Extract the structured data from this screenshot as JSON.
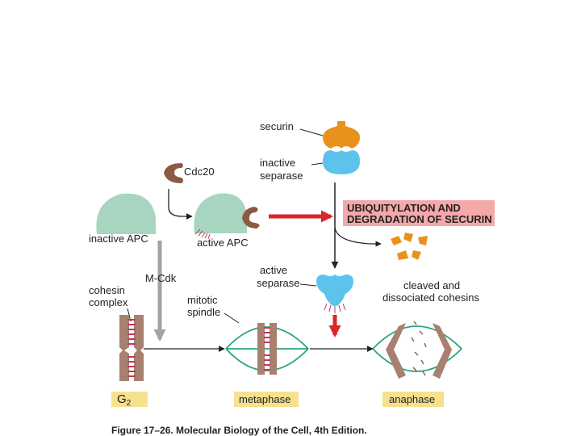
{
  "labels": {
    "securin": "securin",
    "inactive_separase_1": "inactive",
    "inactive_separase_2": "separase",
    "cdc20": "Cdc20",
    "inactive_apc": "inactive APC",
    "active_apc": "active APC",
    "m_cdk": "M-Cdk",
    "active_separase_1": "active",
    "active_separase_2": "separase",
    "cohesin_complex_1": "cohesin",
    "cohesin_complex_2": "complex",
    "mitotic_spindle_1": "mitotic",
    "mitotic_spindle_2": "spindle",
    "cleaved_cohesins_1": "cleaved and",
    "cleaved_cohesins_2": "dissociated cohesins",
    "ubiquitylation_1": "UBIQUITYLATION AND",
    "ubiquitylation_2": "DEGRADATION OF SECURIN"
  },
  "stages": {
    "g2_main": "G",
    "g2_sub": "2",
    "metaphase": "metaphase",
    "anaphase": "anaphase"
  },
  "caption": "Figure 17–26. Molecular Biology of the Cell, 4th Edition.",
  "colors": {
    "apc": "#a8d5bf",
    "cdc20": "#8b5a44",
    "securin": "#e8921c",
    "separase": "#5cc3ec",
    "chromosome": "#a78070",
    "cohesin": "#c0395e",
    "spindle": "#2aa57a",
    "stage_box": "#f6e18e",
    "banner_box": "#f5a8a8",
    "red_arrow": "#d9262a",
    "gray_arrow": "#a3a3a3"
  }
}
